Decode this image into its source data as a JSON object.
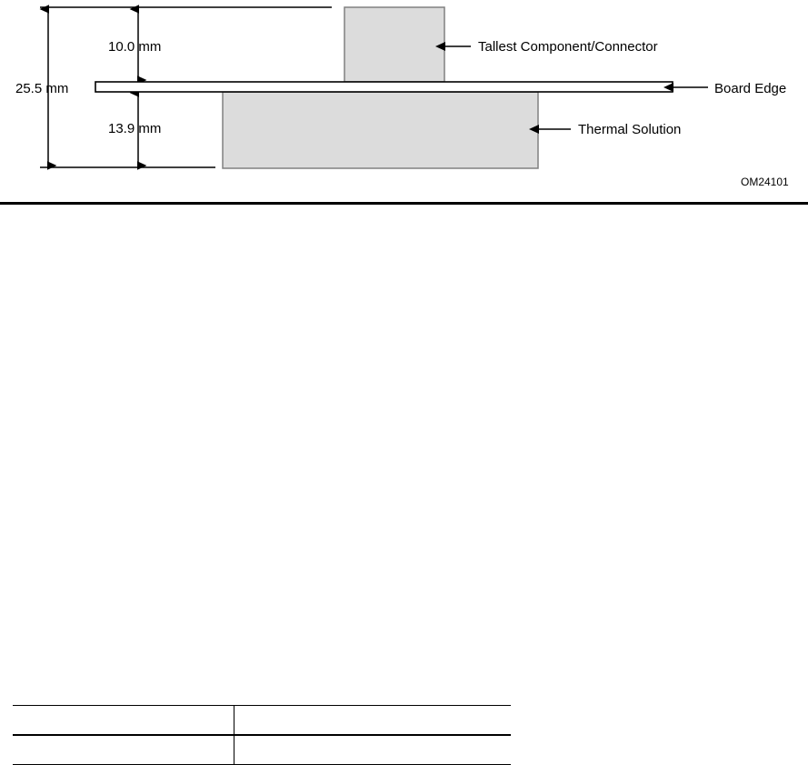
{
  "figure": {
    "code": "OM24101",
    "dimensions": {
      "overall_height": "25.5 mm",
      "above_board": "10.0 mm",
      "below_board": "13.9 mm"
    },
    "callouts": {
      "tallest_component": "Tallest Component/Connector",
      "board_edge": "Board Edge",
      "thermal_solution": "Thermal Solution"
    },
    "colors": {
      "component_fill": "#dcdcdc",
      "component_stroke": "#808080",
      "board_fill": "#ffffff",
      "line": "#000000"
    }
  },
  "bottom_table": {
    "headers": [
      "",
      ""
    ],
    "rows": [
      [
        "",
        ""
      ]
    ]
  }
}
